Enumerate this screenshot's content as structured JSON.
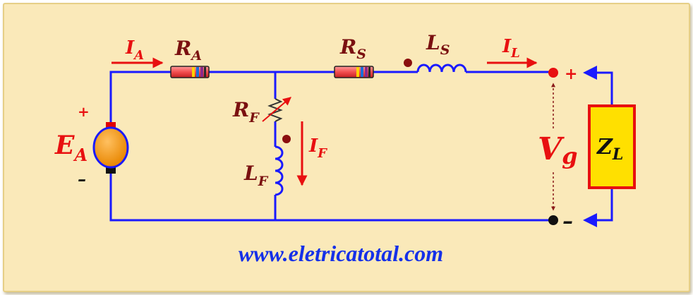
{
  "labels": {
    "ia_main": "I",
    "ia_sub": "A",
    "ra_main": "R",
    "ra_sub": "A",
    "rs_main": "R",
    "rs_sub": "S",
    "ls_main": "L",
    "ls_sub": "S",
    "il_main": "I",
    "il_sub": "L",
    "rf_main": "R",
    "rf_sub": "F",
    "if_main": "I",
    "if_sub": "F",
    "lf_main": "L",
    "lf_sub": "F",
    "ea_main": "E",
    "ea_sub": "A",
    "vg_main": "V",
    "vg_sub": "g",
    "zl_main": "Z",
    "zl_sub": "L",
    "ea_plus": "+",
    "ea_minus": "–",
    "out_plus": "+",
    "out_minus": "–"
  },
  "website": "www.eletricatotal.com",
  "colors": {
    "background": "#fae9b9",
    "wire": "#1a1aff",
    "label_dark": "#7a1010",
    "label_red": "#e81010",
    "load_fill": "#ffe000",
    "generator": "#f59a00",
    "url": "#1530e8"
  }
}
